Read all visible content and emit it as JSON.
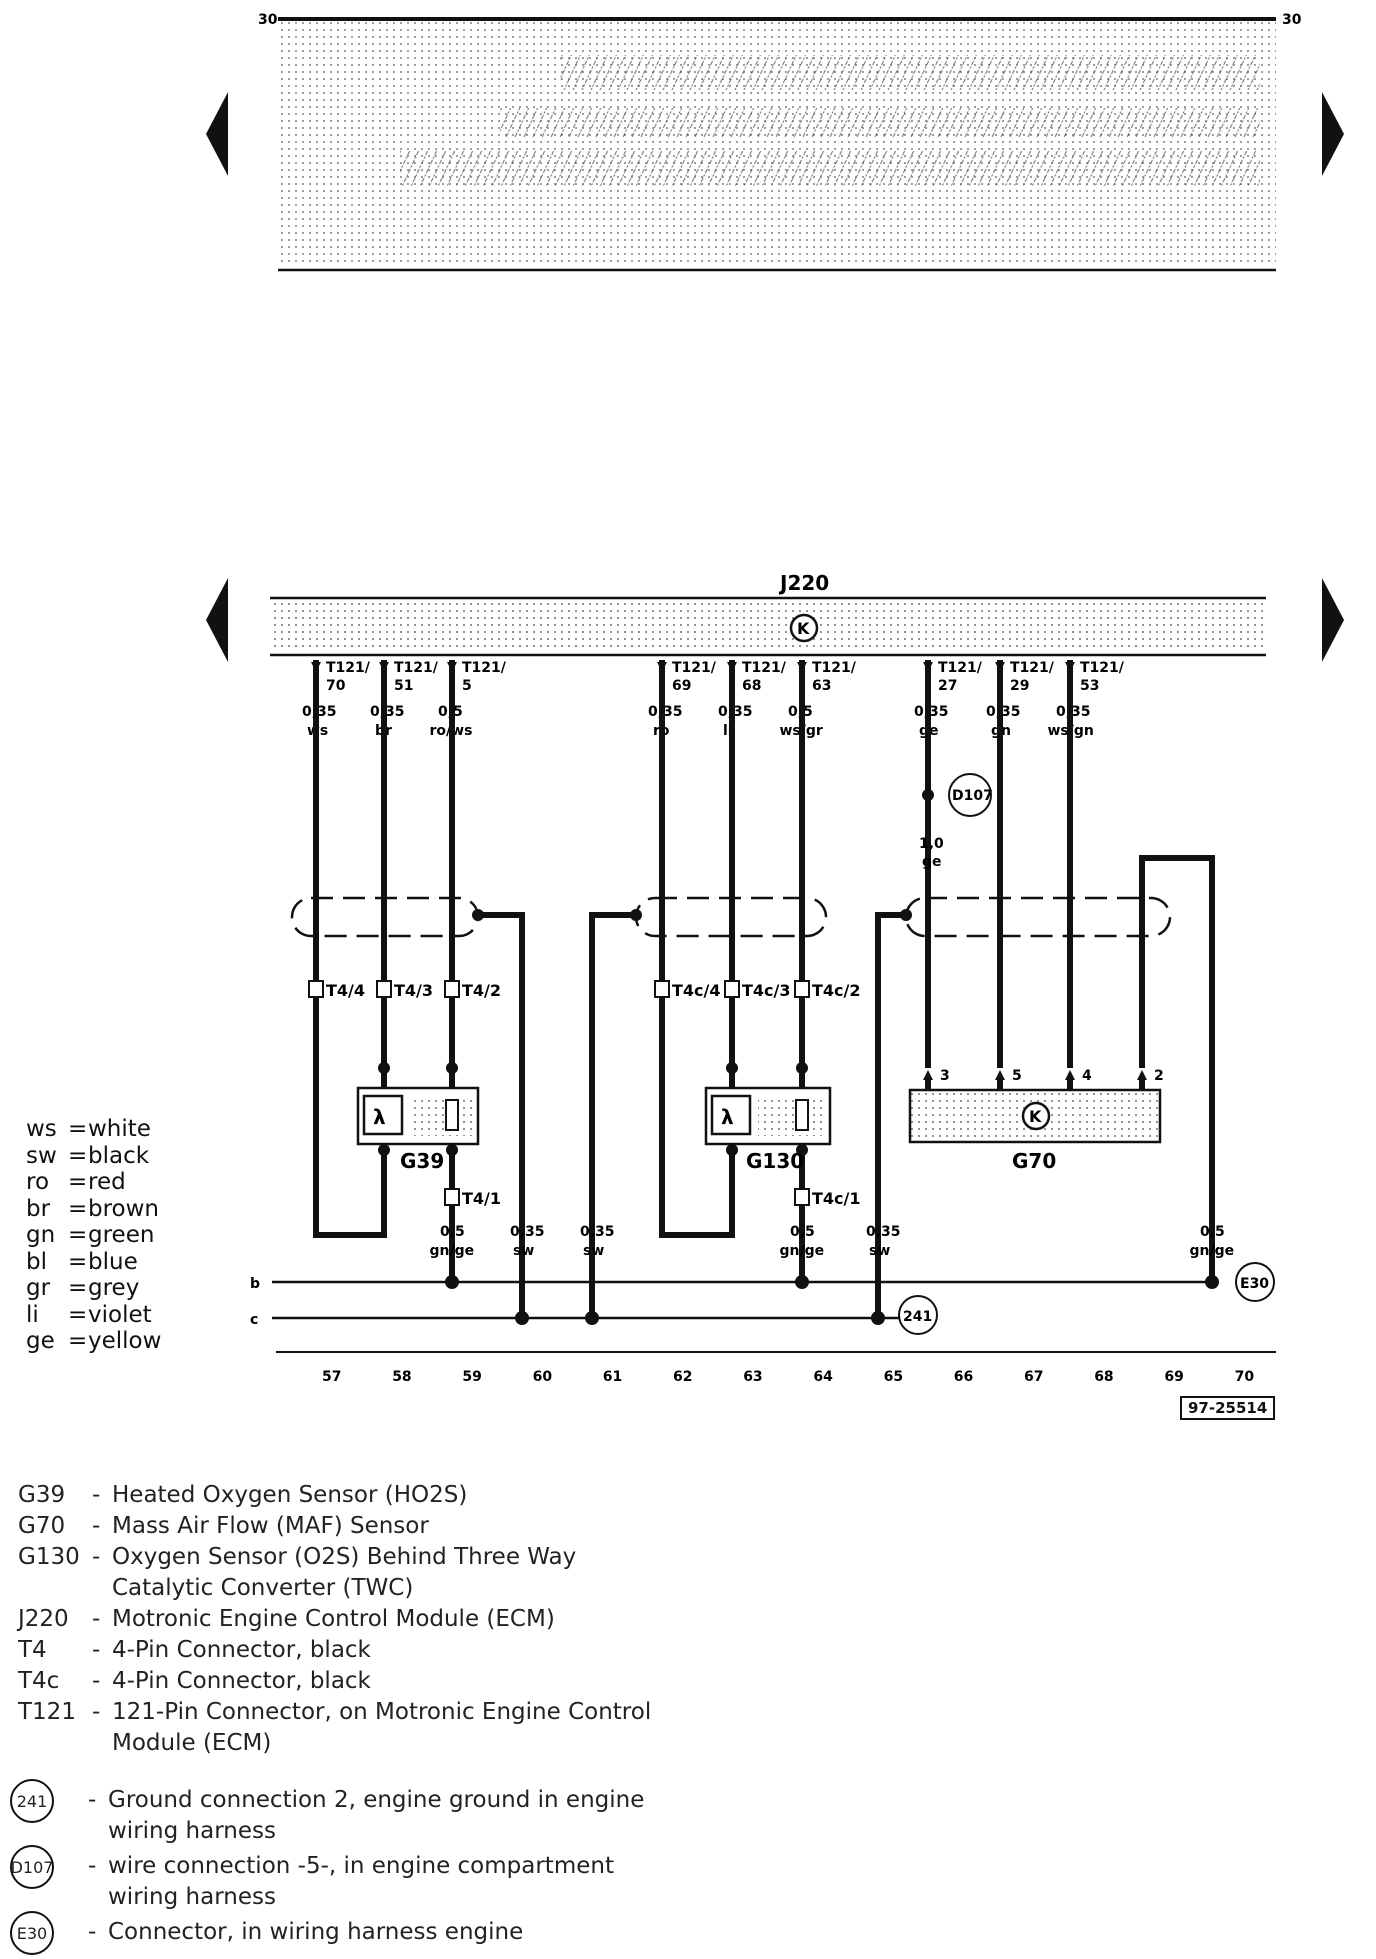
{
  "top_strip": {
    "label_left": "30",
    "label_right": "30"
  },
  "module": {
    "id": "J220",
    "symbol": "K"
  },
  "pins": [
    {
      "conn": "T121/",
      "pin": "70",
      "size": "0,35",
      "color": "ws"
    },
    {
      "conn": "T121/",
      "pin": "51",
      "size": "0,35",
      "color": "br"
    },
    {
      "conn": "T121/",
      "pin": "5",
      "size": "0,5",
      "color": "ro/ws"
    },
    {
      "conn": "T121/",
      "pin": "69",
      "size": "0,35",
      "color": "ro"
    },
    {
      "conn": "T121/",
      "pin": "68",
      "size": "0,35",
      "color": "li"
    },
    {
      "conn": "T121/",
      "pin": "63",
      "size": "0,5",
      "color": "ws/gr"
    },
    {
      "conn": "T121/",
      "pin": "27",
      "size": "0,35",
      "color": "ge"
    },
    {
      "conn": "T121/",
      "pin": "29",
      "size": "0,35",
      "color": "gn"
    },
    {
      "conn": "T121/",
      "pin": "53",
      "size": "0,35",
      "color": "ws/gn"
    }
  ],
  "connectors": [
    "T4/4",
    "T4/3",
    "T4/2",
    "T4c/4",
    "T4c/3",
    "T4c/2",
    "T4/1",
    "T4c/1"
  ],
  "splice": {
    "id": "D107",
    "size": "1,0",
    "color": "ge"
  },
  "components": {
    "g39": "G39",
    "g130": "G130",
    "g70": "G70",
    "g70_pins": [
      "3",
      "5",
      "4",
      "2"
    ],
    "sensor_symbol": "λ"
  },
  "lower_wires": [
    {
      "size": "0,5",
      "color": "gn/ge"
    },
    {
      "size": "0,35",
      "color": "sw"
    },
    {
      "size": "0,35",
      "color": "sw"
    },
    {
      "size": "0,5",
      "color": "gn/ge"
    },
    {
      "size": "0,35",
      "color": "sw"
    },
    {
      "size": "0,5",
      "color": "gn/ge"
    }
  ],
  "buses": [
    "b",
    "c"
  ],
  "ground": "241",
  "connector_e30": "E30",
  "tracks": [
    "57",
    "58",
    "59",
    "60",
    "61",
    "62",
    "63",
    "64",
    "65",
    "66",
    "67",
    "68",
    "69",
    "70"
  ],
  "ref": "97-25514",
  "color_key": [
    {
      "abbr": "ws",
      "name": "white"
    },
    {
      "abbr": "sw",
      "name": "black"
    },
    {
      "abbr": "ro",
      "name": "red"
    },
    {
      "abbr": "br",
      "name": "brown"
    },
    {
      "abbr": "gn",
      "name": "green"
    },
    {
      "abbr": "bl",
      "name": "blue"
    },
    {
      "abbr": "gr",
      "name": "grey"
    },
    {
      "abbr": "li",
      "name": "violet"
    },
    {
      "abbr": "ge",
      "name": "yellow"
    }
  ],
  "legend": [
    {
      "code": "G39",
      "desc": "Heated Oxygen Sensor (HO2S)"
    },
    {
      "code": "G70",
      "desc": "Mass Air Flow (MAF) Sensor"
    },
    {
      "code": "G130",
      "desc": "Oxygen Sensor (O2S) Behind Three Way Catalytic Converter (TWC)"
    },
    {
      "code": "J220",
      "desc": "Motronic Engine Control Module (ECM)"
    },
    {
      "code": "T4",
      "desc": "4-Pin Connector, black"
    },
    {
      "code": "T4c",
      "desc": "4-Pin Connector, black"
    },
    {
      "code": "T121",
      "desc": "121-Pin Connector, on Motronic Engine Control Module (ECM)"
    }
  ],
  "legend_circles": [
    {
      "code": "241",
      "desc": "Ground connection 2, engine ground in engine wiring harness"
    },
    {
      "code": "D107",
      "desc": "wire connection -5-, in engine compartment wiring harness"
    },
    {
      "code": "E30",
      "desc": "Connector, in wiring harness engine"
    }
  ]
}
